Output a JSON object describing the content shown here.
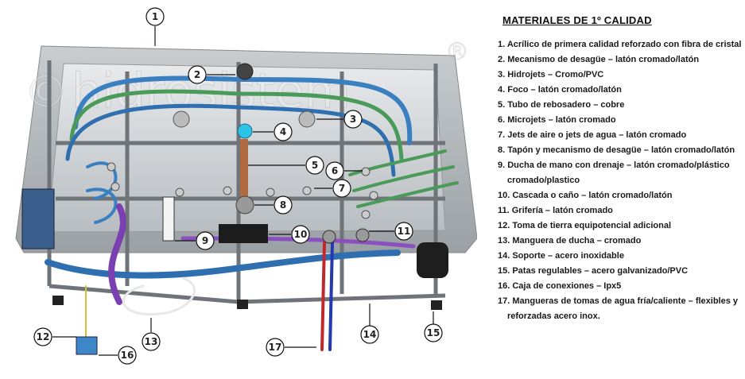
{
  "watermark": {
    "text": "hidrosistem",
    "copyright": "©",
    "registered": "®"
  },
  "legend": {
    "title": "MATERIALES DE 1º CALIDAD",
    "items": [
      {
        "label": "1. Acrílico de primera calidad reforzado con fibra de cristal"
      },
      {
        "label": "2. Mecanismo de desagüe – latón cromado/latón"
      },
      {
        "label": "3. Hidrojets – Cromo/PVC"
      },
      {
        "label": "4. Foco – latón cromado/latón"
      },
      {
        "label": "5. Tubo de rebosadero – cobre"
      },
      {
        "label": "6. Microjets – latón cromado"
      },
      {
        "label": "7. Jets de aire o jets de agua – latón cromado"
      },
      {
        "label": "8. Tapón y mecanismo de desagüe – latón cromado/latón"
      },
      {
        "label": "9. Ducha de mano con drenaje – latón cromado/plástico",
        "continuation": "cromado/plastico"
      },
      {
        "label": "10. Cascada o caño – latón cromado/latón"
      },
      {
        "label": "11. Grifería – latón cromado"
      },
      {
        "label": "12. Toma de tierra equipotencial adicional"
      },
      {
        "label": "13. Manguera de ducha – cromado"
      },
      {
        "label": "14. Soporte – acero inoxidable"
      },
      {
        "label": "15. Patas regulables – acero galvanizado/PVC"
      },
      {
        "label": "16. Caja de conexiones – Ipx5"
      },
      {
        "label": "17. Mangueras de tomas de agua fría/caliente – flexibles y",
        "continuation": "reforzadas acero inox."
      }
    ]
  },
  "callouts": [
    {
      "number": "1"
    },
    {
      "number": "2"
    },
    {
      "number": "3"
    },
    {
      "number": "4"
    },
    {
      "number": "5"
    },
    {
      "number": "6"
    },
    {
      "number": "7"
    },
    {
      "number": "8"
    },
    {
      "number": "9"
    },
    {
      "number": "10"
    },
    {
      "number": "11"
    },
    {
      "number": "12"
    },
    {
      "number": "13"
    },
    {
      "number": "14"
    },
    {
      "number": "15"
    },
    {
      "number": "16"
    },
    {
      "number": "17"
    }
  ]
}
